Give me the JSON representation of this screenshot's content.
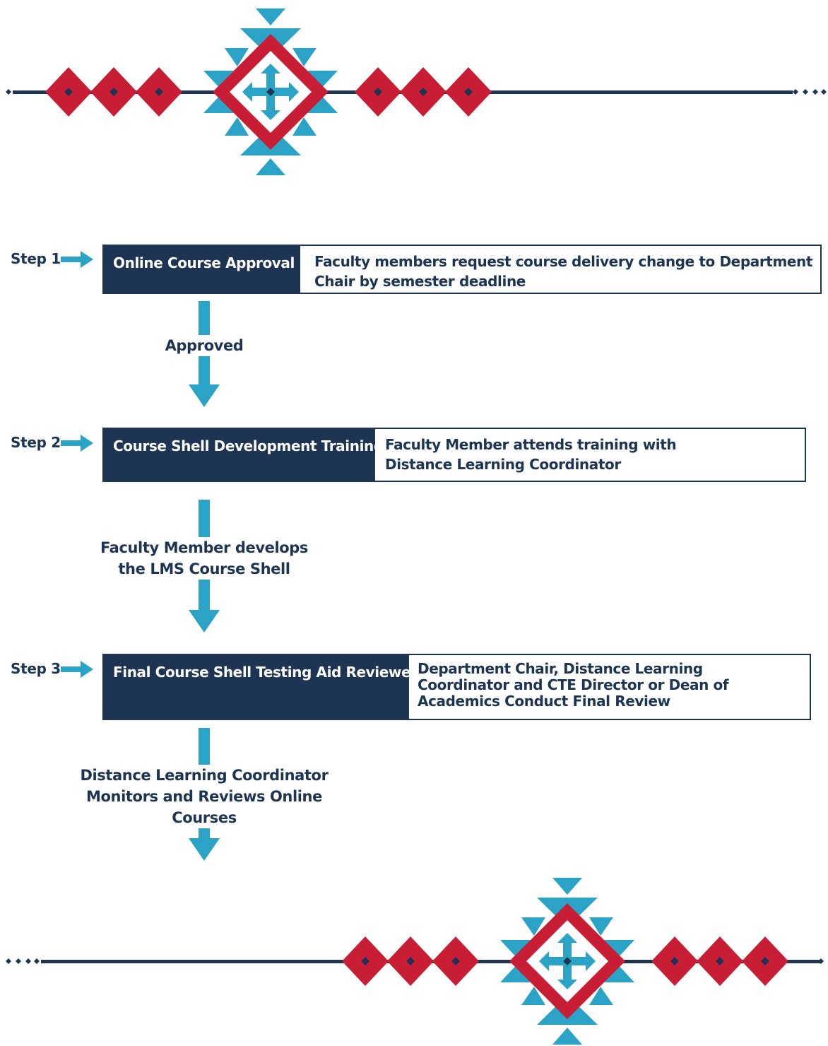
{
  "colors": {
    "navy": "#1d3553",
    "teal": "#2aa3c6",
    "red": "#c81e35",
    "white": "#ffffff"
  },
  "steps": [
    {
      "label": "Step 1",
      "title": "Online Course Approval",
      "description": "Faculty members request course delivery change to Department Chair by semester deadline"
    },
    {
      "label": "Step 2",
      "title": "Course Shell Development Training",
      "description": "Faculty Member attends training with Distance Learning Coordinator"
    },
    {
      "label": "Step 3",
      "title": "Final Course Shell Testing Aid Reviewed",
      "description": "Department Chair, Distance Learning Coordinator and CTE Director or Dean of Academics Conduct Final Review"
    }
  ],
  "flow_labels": [
    "Approved",
    "Faculty Member develops\nthe LMS Course Shell",
    "Distance Learning Coordinator\nMonitors and Reviews Online Courses"
  ],
  "decorations": {
    "top_border": "southwestern-diamond-border-icon",
    "bottom_border": "southwestern-diamond-border-icon",
    "step_arrow": "right-arrow-icon",
    "flow_arrow": "down-arrow-icon"
  }
}
